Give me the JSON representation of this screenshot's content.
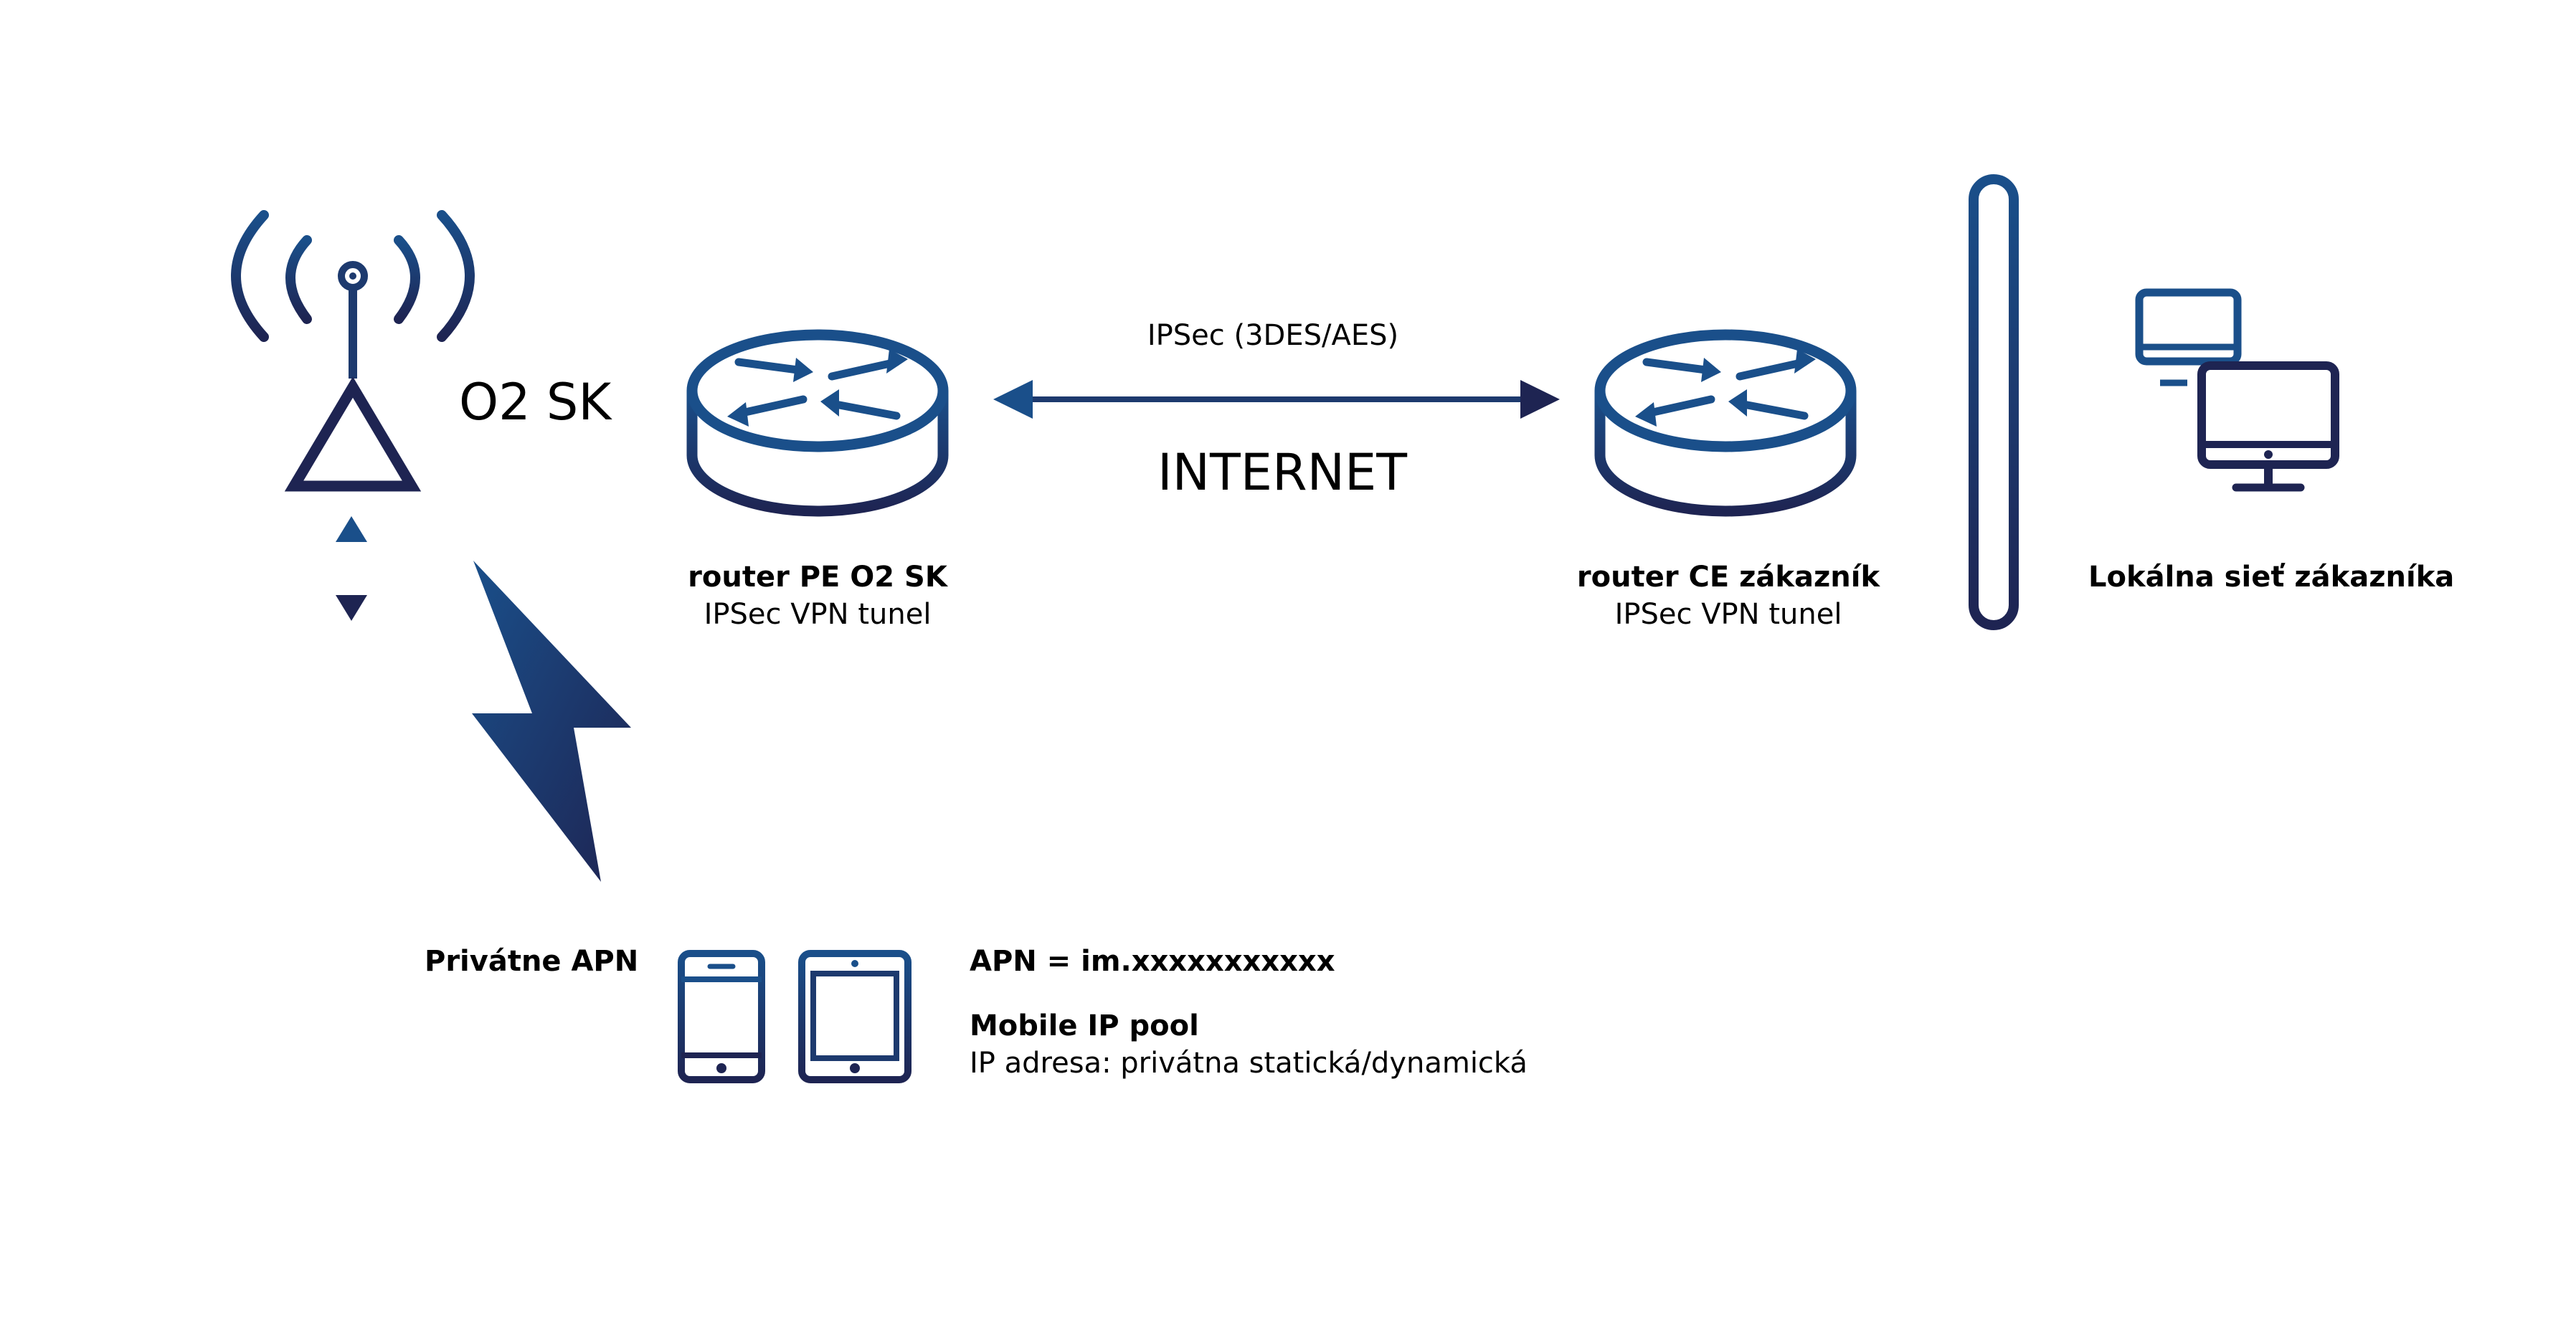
{
  "operator_label": "O2 SK",
  "tunnel": {
    "encryption_label": "IPSec (3DES/AES)",
    "network_label": "INTERNET"
  },
  "router_pe": {
    "name": "router PE O2 SK",
    "subtitle": "IPSec VPN tunel"
  },
  "router_ce": {
    "name": "router CE zákazník",
    "subtitle": "IPSec VPN tunel"
  },
  "customer_lan": {
    "label": "Lokálna sieť zákazníka"
  },
  "private_apn": {
    "label": "Privátne APN"
  },
  "apn_info": {
    "apn_line": "APN = im.xxxxxxxxxxx",
    "pool_title": "Mobile IP pool",
    "pool_address": "IP adresa: privátna statická/dynamická"
  },
  "colors": {
    "gradient_start": "#1a4f8a",
    "gradient_end": "#1e2452",
    "text": "#000000"
  },
  "icons": [
    "antenna-icon",
    "radio-waves-icon",
    "bidirectional-arrow-icon",
    "lightning-icon",
    "router-icon",
    "firewall-icon",
    "desktop-computer-icon",
    "smartphone-icon",
    "tablet-icon"
  ]
}
